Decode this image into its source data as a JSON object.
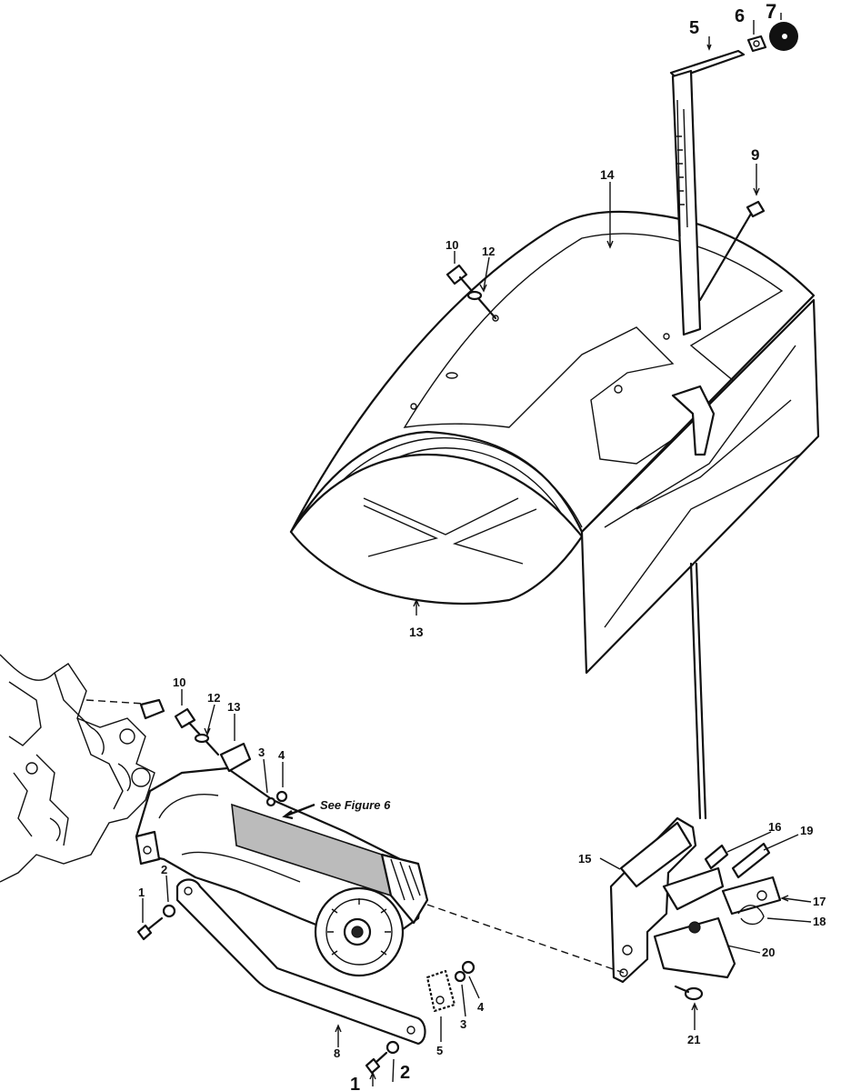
{
  "callouts": {
    "top": {
      "n5": "5",
      "n6": "6",
      "n7": "7",
      "n9": "9",
      "n14": "14",
      "n10": "10",
      "n12": "12",
      "n13": "13"
    },
    "bottom": {
      "n10": "10",
      "n12": "12",
      "n13": "13",
      "n3a": "3",
      "n4a": "4",
      "n1a": "1",
      "n2a": "2",
      "n8": "8",
      "n5": "5",
      "n3b": "3",
      "n4b": "4",
      "n1b": "1",
      "n2b": "2",
      "n15": "15",
      "n16": "16",
      "n19": "19",
      "n17": "17",
      "n18": "18",
      "n20": "20",
      "n21": "21"
    },
    "see_figure": "See Figure 6"
  }
}
